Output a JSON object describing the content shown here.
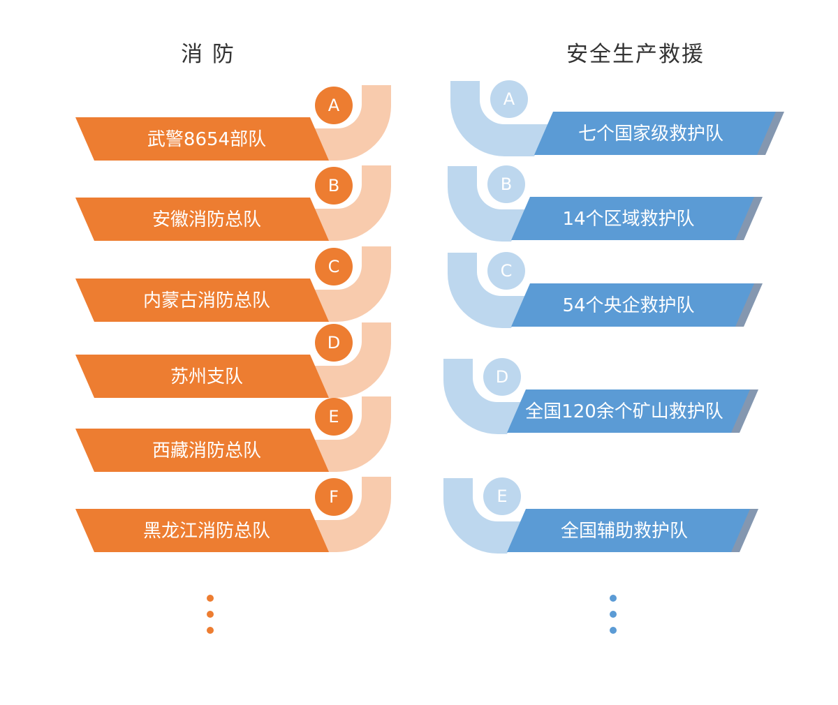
{
  "colors": {
    "orange": "#ED7D31",
    "orange_light": "#F8CBAD",
    "blue": "#5B9BD5",
    "blue_light": "#BDD7EE",
    "blue_edge": "#8497B0"
  },
  "left": {
    "title": "消 防",
    "items": [
      {
        "letter": "A",
        "label": "武警8654部队"
      },
      {
        "letter": "B",
        "label": "安徽消防总队"
      },
      {
        "letter": "C",
        "label": "内蒙古消防总队"
      },
      {
        "letter": "D",
        "label": "苏州支队"
      },
      {
        "letter": "E",
        "label": "西藏消防总队"
      },
      {
        "letter": "F",
        "label": "黑龙江消防总队"
      }
    ]
  },
  "right": {
    "title": "安全生产救援",
    "items": [
      {
        "letter": "A",
        "label": "七个国家级救护队"
      },
      {
        "letter": "B",
        "label": "14个区域救护队"
      },
      {
        "letter": "C",
        "label": "54个央企救护队"
      },
      {
        "letter": "D",
        "label": "全国120余个矿山救护队"
      },
      {
        "letter": "E",
        "label": "全国辅助救护队"
      }
    ]
  }
}
